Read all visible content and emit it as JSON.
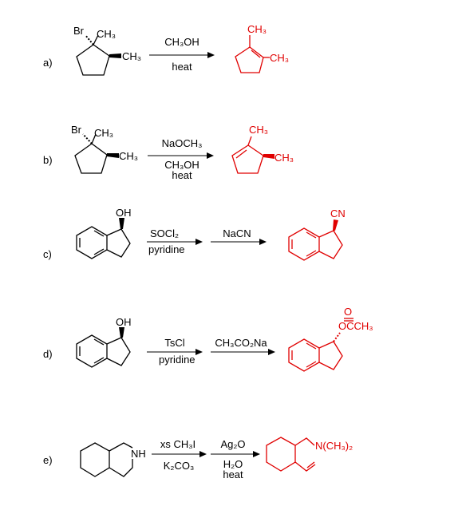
{
  "problems": [
    {
      "label": "a)",
      "reactant": {
        "br": "Br",
        "ch3_top": "CH₃",
        "ch3_right": "CH₃"
      },
      "reagents_above": [
        "CH₃OH"
      ],
      "reagents_below": [
        "heat"
      ],
      "product": {
        "ch3_top": "CH₃",
        "ch3_right": "CH₃"
      }
    },
    {
      "label": "b)",
      "reactant": {
        "br": "Br",
        "ch3_top": "CH₃",
        "ch3_right": "CH₃"
      },
      "reagents_above": [
        "NaOCH₃"
      ],
      "reagents_below": [
        "CH₃OH",
        "heat"
      ],
      "product": {
        "ch3_top": "CH₃",
        "ch3_right": "CH₃"
      }
    },
    {
      "label": "c)",
      "reactant": {
        "oh": "OH"
      },
      "step1_above": "SOCl₂",
      "step1_below": "pyridine",
      "step2_above": "NaCN",
      "product": {
        "group": "CN"
      }
    },
    {
      "label": "d)",
      "reactant": {
        "oh": "OH"
      },
      "step1_above": "TsCl",
      "step1_below": "pyridine",
      "step2_above": "CH₃CO₂Na",
      "product": {
        "carbonyl_o": "O",
        "group": "OCCH₃"
      }
    },
    {
      "label": "e)",
      "reactant": {
        "nh": "NH"
      },
      "step1_above": "xs CH₃I",
      "step1_below": "K₂CO₃",
      "step2_above": "Ag₂O",
      "step2_below": [
        "H₂O",
        "heat"
      ],
      "product": {
        "group": "N(CH₃)₂"
      }
    }
  ],
  "colors": {
    "product": "#e00000",
    "reactant": "#000000"
  }
}
